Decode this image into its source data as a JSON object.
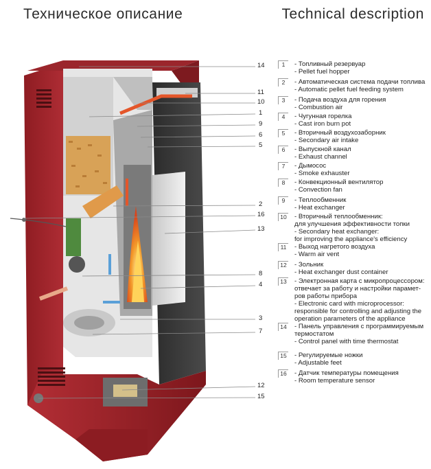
{
  "titles": {
    "ru": "Техническое описание",
    "en": "Technical description"
  },
  "legend": [
    {
      "num": "1",
      "lines": [
        "- Топливный резервуар",
        "- Pellet fuel hopper"
      ]
    },
    {
      "num": "2",
      "lines": [
        "- Автоматическая  система подачи топлива",
        "- Automatic pellet fuel feeding system"
      ]
    },
    {
      "num": "3",
      "lines": [
        "- Подача воздуха для горения",
        "- Combustion air"
      ]
    },
    {
      "num": "4",
      "lines": [
        "- Чугунная горелка",
        "- Cast iron burn pot"
      ]
    },
    {
      "num": "5",
      "lines": [
        "- Вторичный воздухозаборник",
        "- Secondary air intake"
      ]
    },
    {
      "num": "6",
      "lines": [
        "- Выпускной канал",
        "- Exhaust channel"
      ]
    },
    {
      "num": "7",
      "lines": [
        "- Дымосос",
        "- Smoke exhauster"
      ]
    },
    {
      "num": "8",
      "lines": [
        "- Конвекционный вентилятор",
        "- Convection fan"
      ]
    },
    {
      "num": "9",
      "lines": [
        "- Теплообменник",
        "- Heat exchanger"
      ]
    },
    {
      "num": "10",
      "lines": [
        "- Вторичный теплообменник:",
        "для улучшения эффективности топки",
        "- Secondary heat exchanger:",
        "for improving the appliance's efficiency"
      ]
    },
    {
      "num": "11",
      "lines": [
        "- Выход нагретого воздуха",
        "- Warm air vent"
      ]
    },
    {
      "num": "12",
      "lines": [
        "- Зольник",
        "- Heat exchanger dust container"
      ]
    },
    {
      "num": "13",
      "lines": [
        "- Электронная карта с микропроцессором:",
        "отвечает за работу и настройки парамет-",
        "ров работы прибора",
        "- Electronic card with microprocessor:",
        "responsible for controlling and adjusting the",
        "operation parameters of the appliance"
      ]
    },
    {
      "num": "14",
      "lines": [
        "- Панель управления с программируемым",
        "термостатом",
        "- Control panel with time thermostat"
      ]
    },
    {
      "num": "15",
      "lines": [
        "- Регулируемые ножки",
        "- Adjustable feet"
      ]
    },
    {
      "num": "16",
      "lines": [
        "- Датчик температуры помещения",
        "- Room temperature sensor"
      ]
    }
  ],
  "labels": [
    "14",
    "11",
    "10",
    "1",
    "9",
    "6",
    "5",
    "2",
    "16",
    "13",
    "8",
    "4",
    "3",
    "7",
    "12",
    "15"
  ],
  "colors": {
    "body_red": "#a3262c",
    "panel_dark": "#3a3a3a",
    "interior": "#d8d8d8",
    "pellets": "#d9a95b",
    "flame": "#f07a1e"
  }
}
